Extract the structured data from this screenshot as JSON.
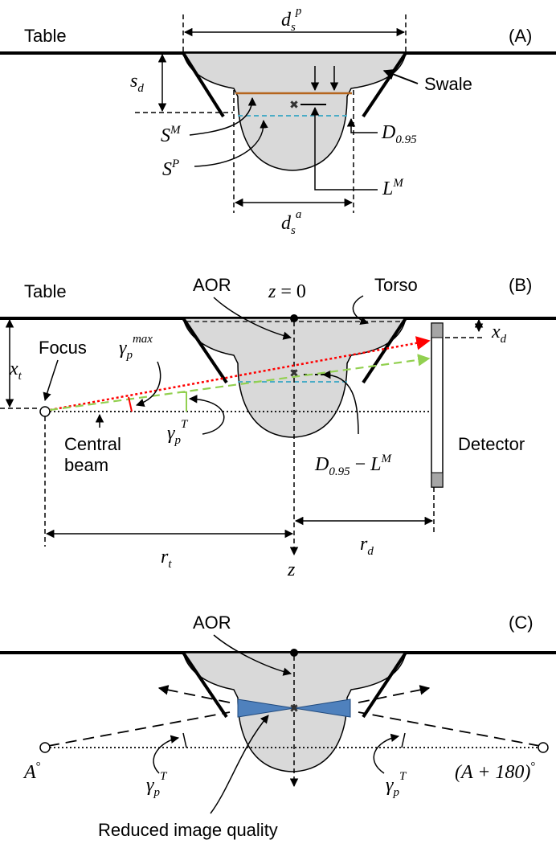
{
  "panel_a": {
    "panel_label": "(A)",
    "table_label": "Table",
    "swale_label": "Swale",
    "dsp": {
      "base": "d",
      "sub": "s",
      "sup": "p"
    },
    "dsa": {
      "base": "d",
      "sub": "s",
      "sup": "a"
    },
    "sd": {
      "base": "s",
      "sub": "d"
    },
    "sm": {
      "base": "S",
      "sup": "M"
    },
    "sp": {
      "base": "S",
      "sup": "P"
    },
    "d95": {
      "base": "D",
      "sub": "0.95"
    },
    "lm": {
      "base": "L",
      "sup": "M"
    }
  },
  "panel_b": {
    "panel_label": "(B)",
    "table_label": "Table",
    "aor_label": "AOR",
    "torso_label": "Torso",
    "focus_label": "Focus",
    "central_beam_line1": "Central",
    "central_beam_line2": "beam",
    "detector_label": "Detector",
    "z0": {
      "base": "z",
      "rest": " = 0"
    },
    "xt": {
      "base": "x",
      "sub": "t"
    },
    "xd": {
      "base": "x",
      "sub": "d"
    },
    "gmax": {
      "base": "γ",
      "sub": "p",
      "sup": "max"
    },
    "gT": {
      "base": "γ",
      "sub": "p",
      "sup": "T"
    },
    "d95lm": {
      "d_base": "D",
      "d_sub": "0.95",
      "minus": " − ",
      "l_base": "L",
      "l_sup": "M"
    },
    "rt": {
      "base": "r",
      "sub": "t"
    },
    "rd": {
      "base": "r",
      "sub": "d"
    },
    "z": "z"
  },
  "panel_c": {
    "panel_label": "(C)",
    "aor_label": "AOR",
    "reduced_label": "Reduced image quality",
    "a_deg": {
      "base": "A",
      "sup": "°"
    },
    "a180": {
      "text": "(A + 180)",
      "sup": "°"
    },
    "gT_left": {
      "base": "γ",
      "sub": "p",
      "sup": "T"
    },
    "gT_right": {
      "base": "γ",
      "sub": "p",
      "sup": "T"
    }
  },
  "colors": {
    "torso_fill": "#d9d9d9",
    "meniscus_line": "#b5651d",
    "d95_line": "#4bacc6",
    "ray_max": "#ff0000",
    "ray_t": "#92d050",
    "blue_fill": "#4f81bd",
    "detector_end": "#a6a6a6"
  }
}
